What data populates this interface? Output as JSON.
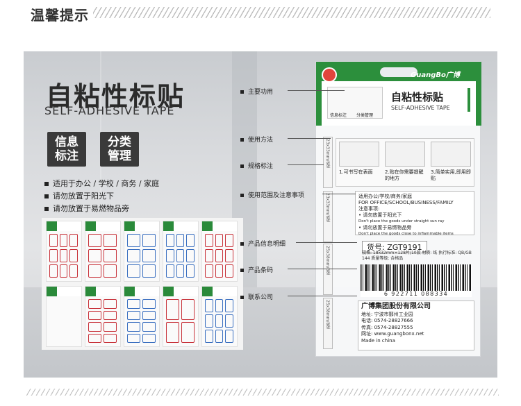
{
  "header": {
    "title": "温馨提示"
  },
  "product": {
    "title_cn": "自粘性标贴",
    "title_en": "SELF-ADHESIVE TAPE",
    "badges": [
      "信息\n标注",
      "分类\n管理"
    ],
    "features": [
      "适用于办公 / 学校 / 商务 / 家庭",
      "请勿放置于阳光下",
      "请勿放置于易燃物品旁"
    ]
  },
  "callouts": [
    "主要功用",
    "使用方法",
    "规格标注",
    "使用范围及注意事项",
    "产品信息明细",
    "产品条码",
    "联系公司"
  ],
  "package": {
    "brand": "GuangBo广博",
    "name_cn": "自粘性标贴",
    "name_en": "SELF-ADHESIVE TAPE",
    "icon_labels": [
      "信息标注",
      "分类管理"
    ],
    "steps": [
      "1.可书写在表面",
      "2.贴在你需要提醒的地方",
      "3.简单实用,即用即贴"
    ],
    "side_tabs": [
      "23x33mm/6张",
      "23x33mm/6张",
      "25x38mm/8张",
      "25x38mm/8张"
    ],
    "scope_lines": [
      "适用办公/学校/商务/家庭",
      "FOR OFFICE/SCHOOL/BUSINESS/FAMILY",
      "注意事项:",
      "• 请勿放置于阳光下",
      "Don't place the goods under straight sun ray",
      "• 请勿放置于易燃物品旁",
      "Don't place the goods close to inflammable items"
    ],
    "model": "货号: ZGT9191",
    "spec": "规格: 18x32mm×128片/10款  材质: 纸  执行标准: QB/GB 144  质量等级: 合格品",
    "barcode_number": "6 922711 088334",
    "company": {
      "name": "广博集团股份有限公司",
      "lines": [
        "地址: 宁波市鄞州工业园",
        "电话: 0574-28827666",
        "传真: 0574-28827555",
        "网址: www.guangbonx.net",
        "Made in china"
      ]
    }
  },
  "colors": {
    "brand_green": "#2c8f3c",
    "label_red": "#c8323a",
    "label_blue": "#3a6fc0"
  }
}
